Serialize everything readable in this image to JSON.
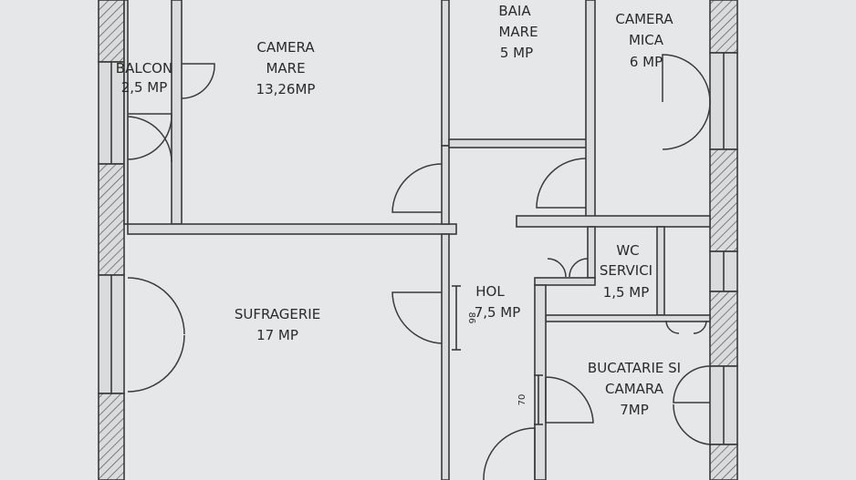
{
  "rooms": {
    "balcon": {
      "name": "BALCON",
      "area": "2,5 MP"
    },
    "camera_mare": {
      "name_l1": "CAMERA",
      "name_l2": "MARE",
      "area": "13,26MP"
    },
    "baia_mare": {
      "name_l1": "BAIA",
      "name_l2": "MARE",
      "area": "5 MP"
    },
    "camera_mica": {
      "name_l1": "CAMERA",
      "name_l2": "MICA",
      "area": "6 MP"
    },
    "sufragerie": {
      "name": "SUFRAGERIE",
      "area": "17 MP"
    },
    "hol": {
      "name": "HOL",
      "area": "7,5 MP"
    },
    "wc_servici": {
      "name_l1": "WC",
      "name_l2": "SERVICI",
      "area": "1,5 MP"
    },
    "bucatarie": {
      "name_l1": "BUCATARIE SI",
      "name_l2": "CAMARA",
      "area": "7MP"
    }
  },
  "dimensions": {
    "hol_door_width": "86",
    "kitchen_door_width": "70"
  },
  "colors": {
    "paper": "#e6e7e8",
    "ink": "#3a3a3a"
  }
}
